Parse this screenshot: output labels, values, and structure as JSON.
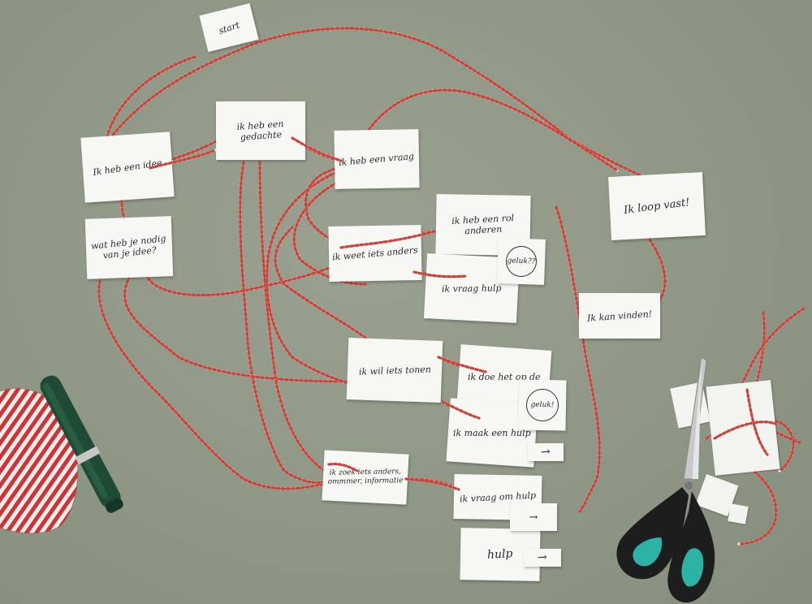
{
  "cards": {
    "start": "start",
    "idee": "Ik heb een idee",
    "gedachte": "ik heb een gedachte",
    "vraag": "ik heb een vraag",
    "waarom": "wat heb je nodig van je idee?",
    "anderen": "ik heb een rol anderen",
    "weet": "ik weet iets anders",
    "loop_vast": "Ik loop vast!",
    "vraag_hulp": "ik vraag hulp",
    "geluk": "geluk??",
    "vind": "Ik kan vinden!",
    "wil": "ik wil iets tonen",
    "doe": "ik doe het op de",
    "geluk2": "geluk!",
    "maak": "ik maak een hulp",
    "zoek": "ik zoek iets anders, ommmer, informatie",
    "vraag_om": "ik vraag om hulp",
    "hulp": "hulp",
    "arrow1": "→",
    "arrow2": "→",
    "arrow3": "→"
  },
  "colors": {
    "string_red": "#c9443c",
    "string_white": "#f3ece6",
    "card": "#f7f7f4",
    "table": "#8f9786",
    "pen_green": "#1f4a36",
    "scissors_black": "#1d1d1d",
    "scissors_teal": "#2cb3a5"
  },
  "icons": {
    "spool": "twine-spool-icon",
    "pen": "fountain-pen-icon",
    "scissors": "scissors-icon"
  }
}
